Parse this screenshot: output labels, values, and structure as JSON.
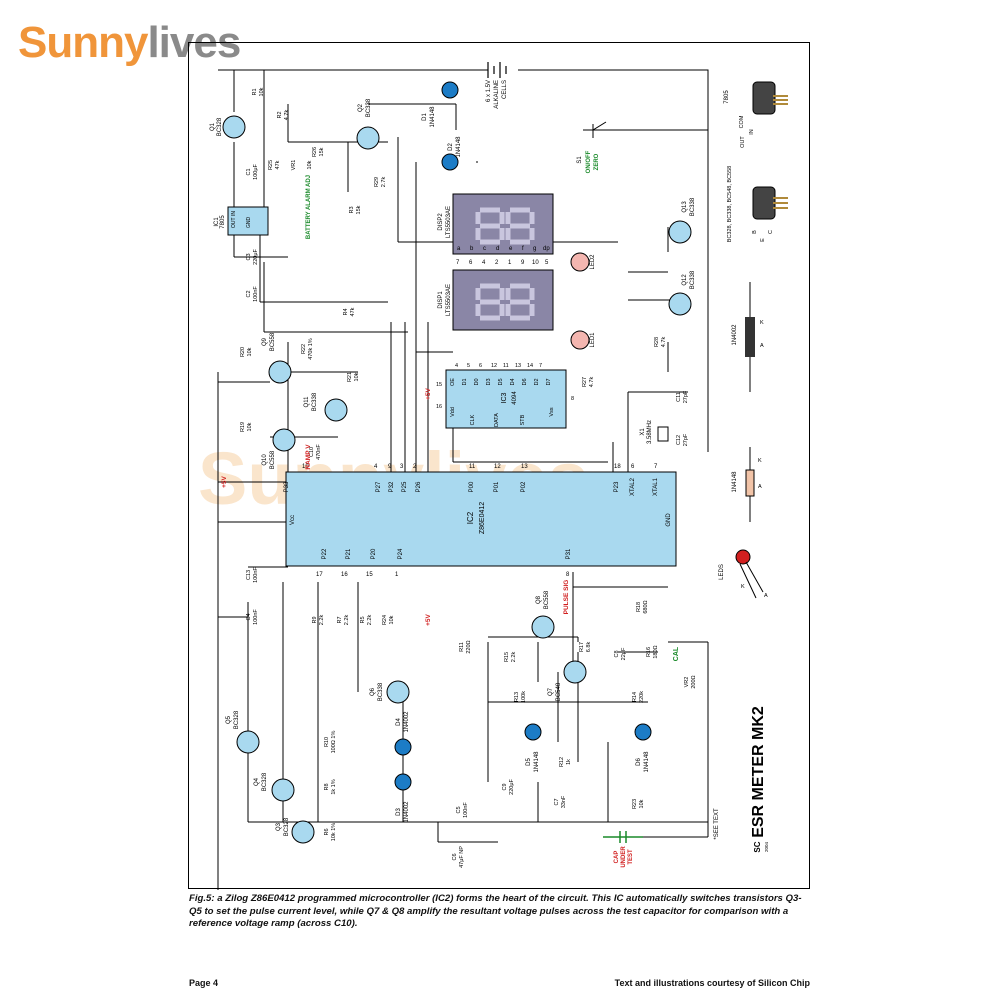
{
  "brand": {
    "part1": "Sunny",
    "part2": "lives",
    "color1": "#f0953a",
    "color2": "#8a8a8a"
  },
  "schematic": {
    "title": "ESR METER MK2",
    "sc_mark": "SC",
    "sc_year": "2004",
    "ic2": {
      "ref": "IC2",
      "part": "Z86E0412",
      "vcc": "Vcc",
      "gnd": "GND",
      "xtal1": "XTAL1",
      "xtal2": "XTAL2",
      "top_pins": [
        "P33",
        "P27",
        "P32",
        "P25",
        "P26",
        "P00",
        "P01",
        "P02",
        "P23"
      ],
      "top_nums": [
        "10",
        "4",
        "9",
        "3",
        "2",
        "11",
        "12",
        "13",
        "18",
        "6",
        "7"
      ],
      "bottom_pins": [
        "P22",
        "P21",
        "P20",
        "P24",
        "P31"
      ],
      "bottom_nums": [
        "17",
        "16",
        "15",
        "1",
        "8"
      ]
    },
    "ic3": {
      "ref": "IC3",
      "part": "4094",
      "pins": [
        "OE",
        "D1",
        "D0",
        "D3",
        "D5",
        "D4",
        "D6",
        "D2",
        "D7",
        "Vdd",
        "CLK",
        "DATA",
        "STB",
        "Vss"
      ],
      "nums": [
        "15",
        "4",
        "5",
        "6",
        "12",
        "11",
        "13",
        "14",
        "7",
        "16",
        "8"
      ]
    },
    "disp1": {
      "ref": "DISP1",
      "part": "LTS5503AE"
    },
    "disp2": {
      "ref": "DISP2",
      "part": "LTS5503AE"
    },
    "seg_pins": [
      "7",
      "6",
      "4",
      "2",
      "1",
      "9",
      "10",
      "5"
    ],
    "seg_letters": [
      "a",
      "b",
      "c",
      "d",
      "e",
      "f",
      "g",
      "dp"
    ],
    "ic1": {
      "ref": "IC1",
      "part": "7805",
      "pins": [
        "OUT",
        "IN",
        "GND"
      ]
    },
    "battery": {
      "label1": "6 x 1.5V",
      "label2": "ALKALINE",
      "label3": "CELLS"
    },
    "switch": {
      "ref": "S1",
      "label": "ON/OFF",
      "zero": "ZERO"
    },
    "battery_alarm": "BATTERY ALARM ADJ",
    "ramp_label": "RAMP V",
    "pulse_label": "PULSE SIG",
    "cal_label": "CAL",
    "supply_label": "+5V",
    "test_label1": "CAP",
    "test_label2": "UNDER",
    "test_label3": "TEST",
    "see_text": "*SEE TEXT",
    "transistors": [
      {
        "ref": "Q1",
        "part": "BC328"
      },
      {
        "ref": "Q2",
        "part": "BC338"
      },
      {
        "ref": "Q9",
        "part": "BC558"
      },
      {
        "ref": "Q11",
        "part": "BC338"
      },
      {
        "ref": "Q10",
        "part": "BC558"
      },
      {
        "ref": "Q13",
        "part": "BC338"
      },
      {
        "ref": "Q12",
        "part": "BC338"
      },
      {
        "ref": "Q8",
        "part": "BC558"
      },
      {
        "ref": "Q7",
        "part": "BC548"
      },
      {
        "ref": "Q6",
        "part": "BC338"
      },
      {
        "ref": "Q5",
        "part": "BC328"
      },
      {
        "ref": "Q4",
        "part": "BC328"
      },
      {
        "ref": "Q3",
        "part": "BC328"
      }
    ],
    "resistors": [
      {
        "ref": "R1",
        "val": "10k"
      },
      {
        "ref": "R2",
        "val": "4.7k"
      },
      {
        "ref": "R26",
        "val": "15k"
      },
      {
        "ref": "R25",
        "val": "47k"
      },
      {
        "ref": "VR1",
        "val": "10k"
      },
      {
        "ref": "R29",
        "val": "2.7k"
      },
      {
        "ref": "R3",
        "val": "15k"
      },
      {
        "ref": "R4",
        "val": "47k"
      },
      {
        "ref": "R20",
        "val": "10k"
      },
      {
        "ref": "R22",
        "val": "470k 1%"
      },
      {
        "ref": "R21",
        "val": "10k"
      },
      {
        "ref": "R19",
        "val": "10k"
      },
      {
        "ref": "R27",
        "val": "4.7k"
      },
      {
        "ref": "R28",
        "val": "4.7k"
      },
      {
        "ref": "R9",
        "val": "2.2k"
      },
      {
        "ref": "R7",
        "val": "2.2k"
      },
      {
        "ref": "R5",
        "val": "2.2k"
      },
      {
        "ref": "R24",
        "val": "10k"
      },
      {
        "ref": "R11",
        "val": "220Ω"
      },
      {
        "ref": "R18",
        "val": "680Ω"
      },
      {
        "ref": "R15",
        "val": "2.2k"
      },
      {
        "ref": "R17",
        "val": "6.8k"
      },
      {
        "ref": "R16",
        "val": "180Ω"
      },
      {
        "ref": "VR2",
        "val": "200Ω"
      },
      {
        "ref": "R13",
        "val": "100k"
      },
      {
        "ref": "R14",
        "val": "220k"
      },
      {
        "ref": "R10",
        "val": "100Ω 1%"
      },
      {
        "ref": "R8",
        "val": "1k 1%"
      },
      {
        "ref": "R6",
        "val": "10k 1%"
      },
      {
        "ref": "R12",
        "val": "1k"
      },
      {
        "ref": "R23",
        "val": "10k"
      }
    ],
    "capacitors": [
      {
        "ref": "C1",
        "val": "100μF"
      },
      {
        "ref": "C3",
        "val": "220μF"
      },
      {
        "ref": "C2",
        "val": "100nF"
      },
      {
        "ref": "C10",
        "val": "470nF"
      },
      {
        "ref": "C11",
        "val": "27pF"
      },
      {
        "ref": "C12",
        "val": "27pF"
      },
      {
        "ref": "C13",
        "val": "100nF"
      },
      {
        "ref": "C4",
        "val": "100nF"
      },
      {
        "ref": "C8",
        "val": "22μF"
      },
      {
        "ref": "C9",
        "val": "220μF"
      },
      {
        "ref": "C7",
        "val": "33nF"
      },
      {
        "ref": "C5",
        "val": "100nF"
      },
      {
        "ref": "C6",
        "val": "47μF NP"
      }
    ],
    "diodes": [
      {
        "ref": "D1",
        "part": "1N4148"
      },
      {
        "ref": "D2",
        "part": "1N4148"
      },
      {
        "ref": "D4",
        "part": "1N4002"
      },
      {
        "ref": "D3",
        "part": "1N4002"
      },
      {
        "ref": "D5",
        "part": "1N4148"
      },
      {
        "ref": "D6",
        "part": "1N4148"
      }
    ],
    "leds": [
      "LED1",
      "LED2"
    ],
    "crystal": {
      "ref": "X1",
      "val": "3.58MHz"
    },
    "pinouts": {
      "reg": {
        "name": "7805",
        "pins": [
          "COM",
          "IN",
          "OUT"
        ]
      },
      "trans": {
        "name": "BC328, BC338, BC548, BC558",
        "pins": [
          "B",
          "E",
          "C"
        ]
      },
      "d4002": {
        "name": "1N4002",
        "pins": [
          "A",
          "K"
        ]
      },
      "d4148": {
        "name": "1N4148",
        "pins": [
          "A",
          "K"
        ]
      },
      "leds": {
        "name": "LEDS",
        "pins": [
          "A",
          "K"
        ]
      }
    }
  },
  "watermark": "Sunnylives",
  "caption": "Fig.5: a Zilog Z86E0412 programmed microcontroller (IC2) forms the heart of the circuit. This IC automatically switches transistors Q3-Q5 to set the pulse current level, while Q7 & Q8 amplify the resultant voltage pulses across the test capacitor for comparison with a reference voltage ramp (across C10).",
  "footer": {
    "page": "Page 4",
    "credit": "Text and illustrations courtesy of Silicon Chip"
  },
  "colors": {
    "ic_fill": "#a9d9ef",
    "disp_fill": "#8a86a6",
    "led_fill": "#f4b6b0",
    "green": "#1a8a2a",
    "red": "#d11f1f",
    "diode_fill": "#1c7cc6",
    "watermark": "#f3c58e"
  }
}
